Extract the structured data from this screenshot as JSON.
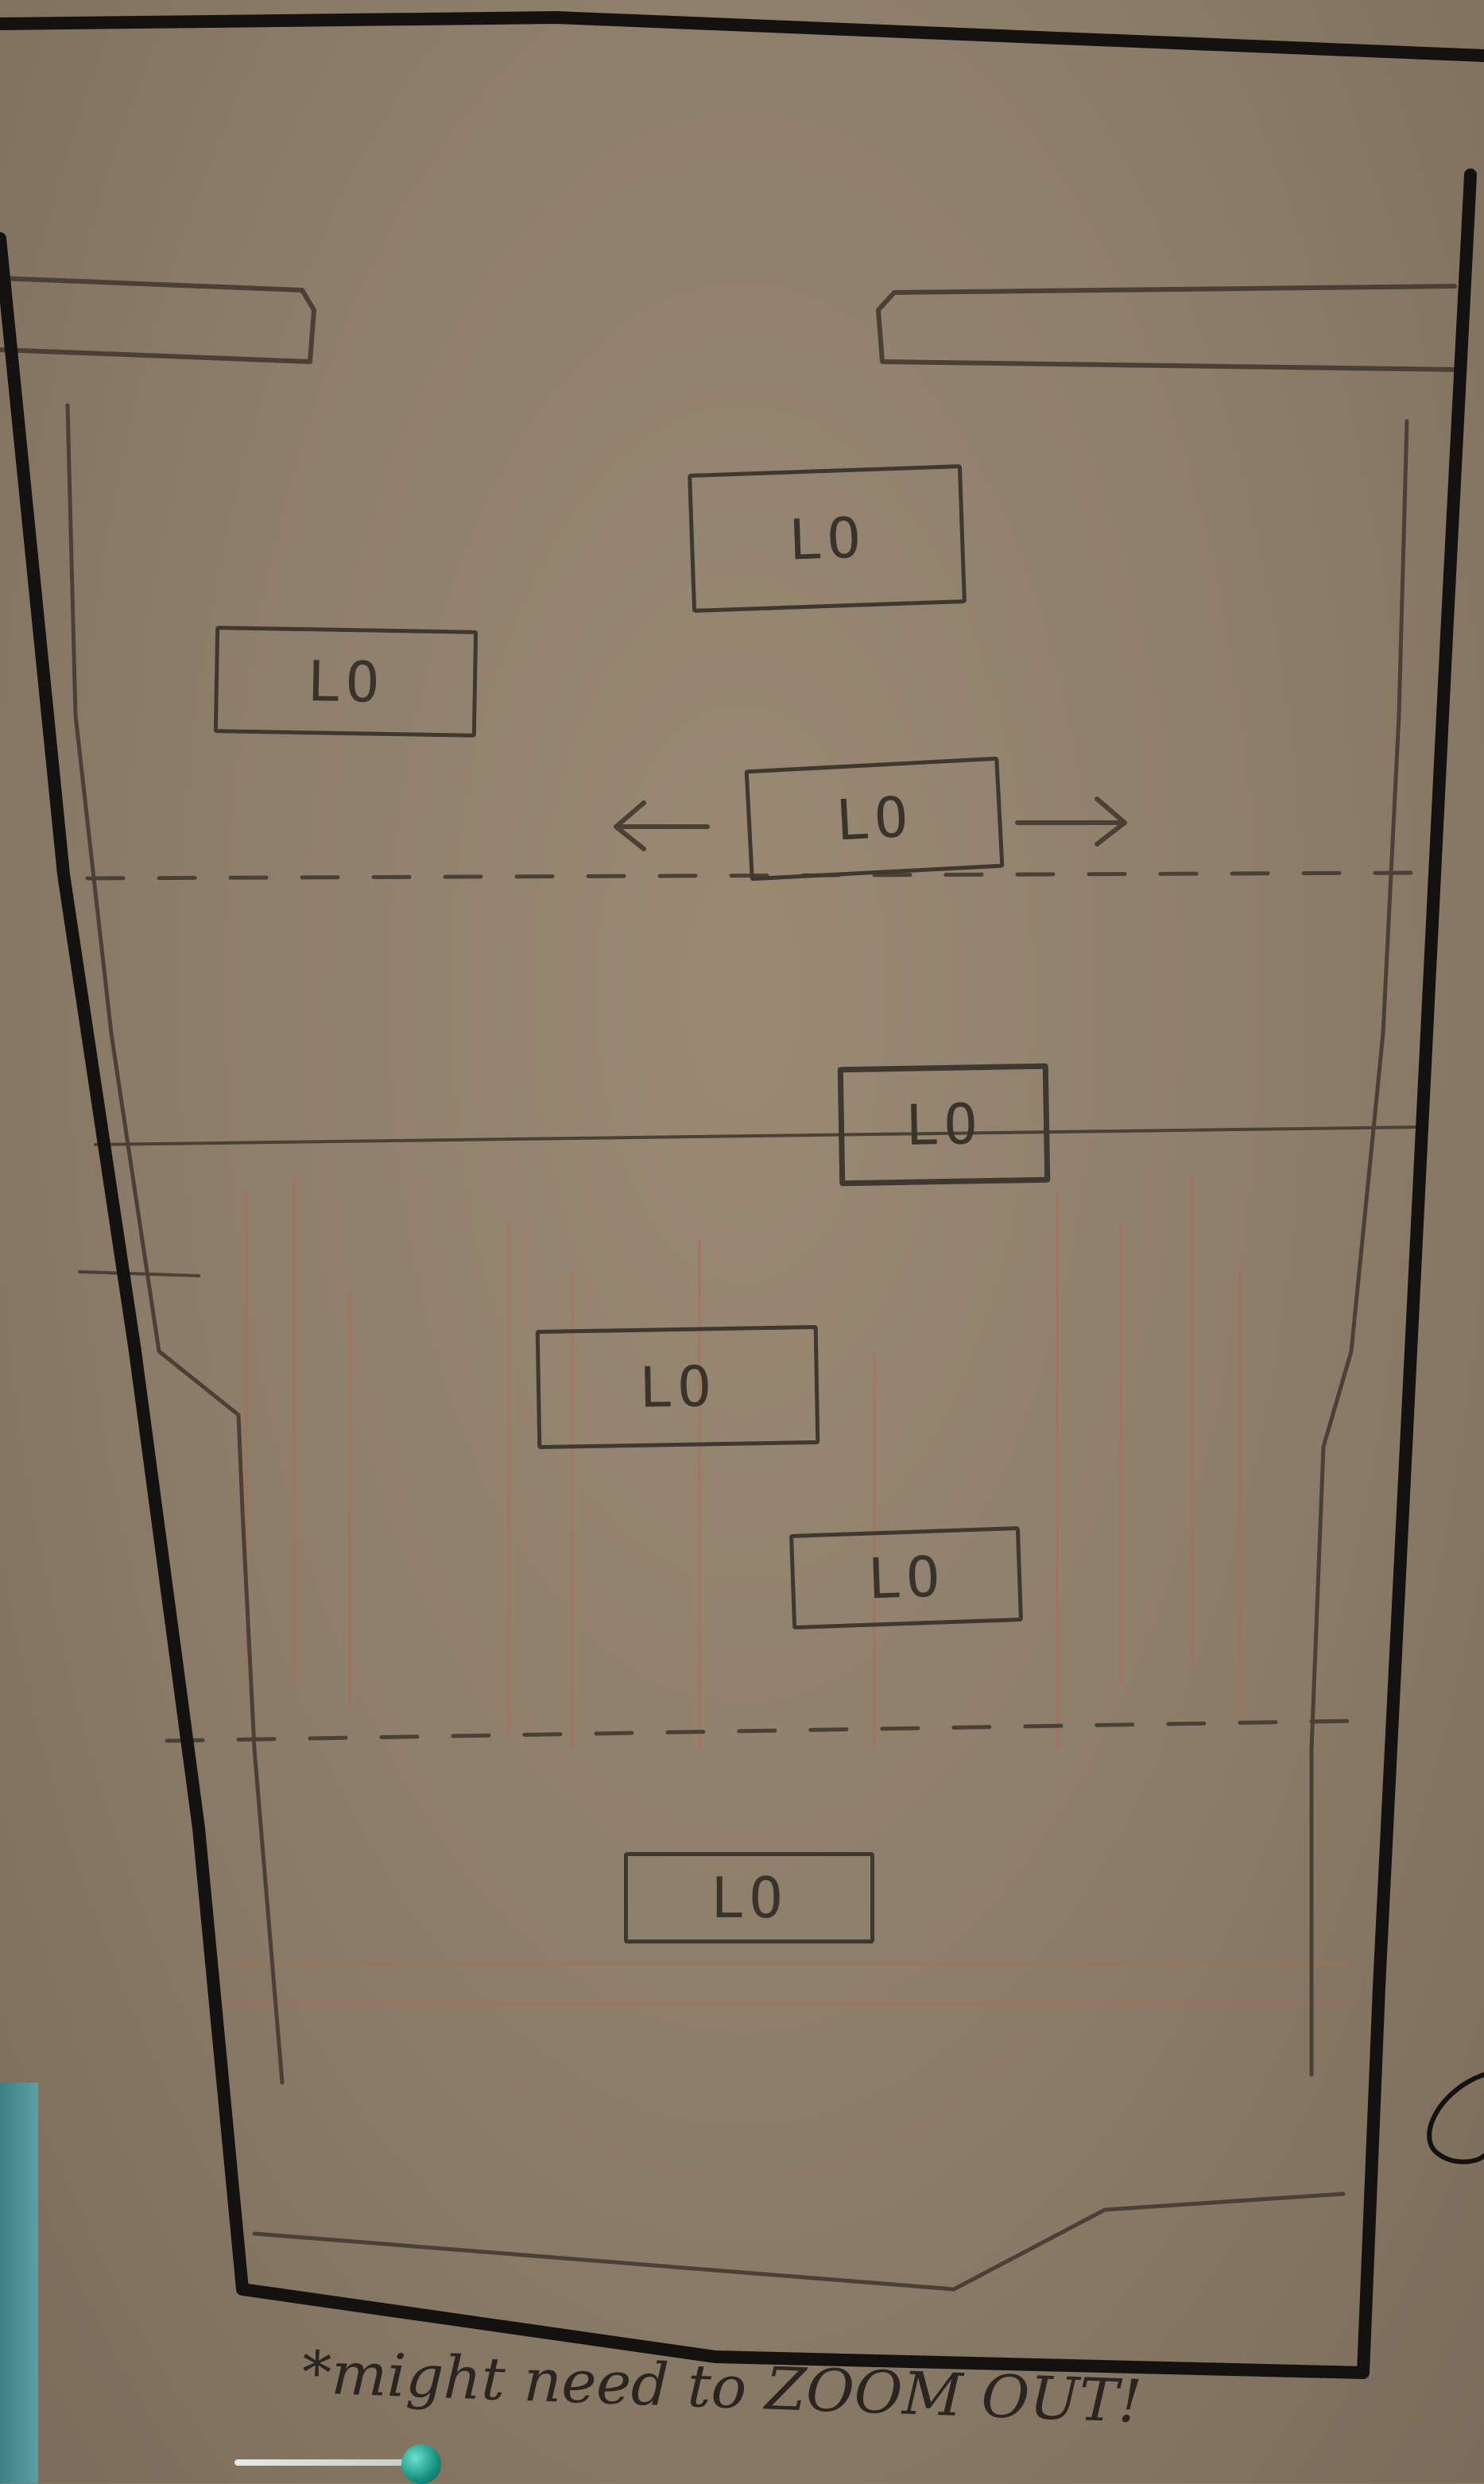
{
  "sketch": {
    "boxes": [
      {
        "id": "lo-1",
        "label": "LO"
      },
      {
        "id": "lo-2",
        "label": "LO"
      },
      {
        "id": "lo-3",
        "label": "LO"
      },
      {
        "id": "lo-4",
        "label": "LO"
      },
      {
        "id": "lo-5",
        "label": "LO"
      },
      {
        "id": "lo-6",
        "label": "LO"
      },
      {
        "id": "lo-7",
        "label": "LO"
      }
    ],
    "arrows": {
      "left": "←",
      "right": "→"
    },
    "note": "*might need to ZOOM OUT!"
  },
  "colors": {
    "paper": "#8c7d69",
    "frame_ink": "#141210",
    "pencil": "#4a4036",
    "red_lines": "#b0685a",
    "pin_head": "#14907f"
  }
}
